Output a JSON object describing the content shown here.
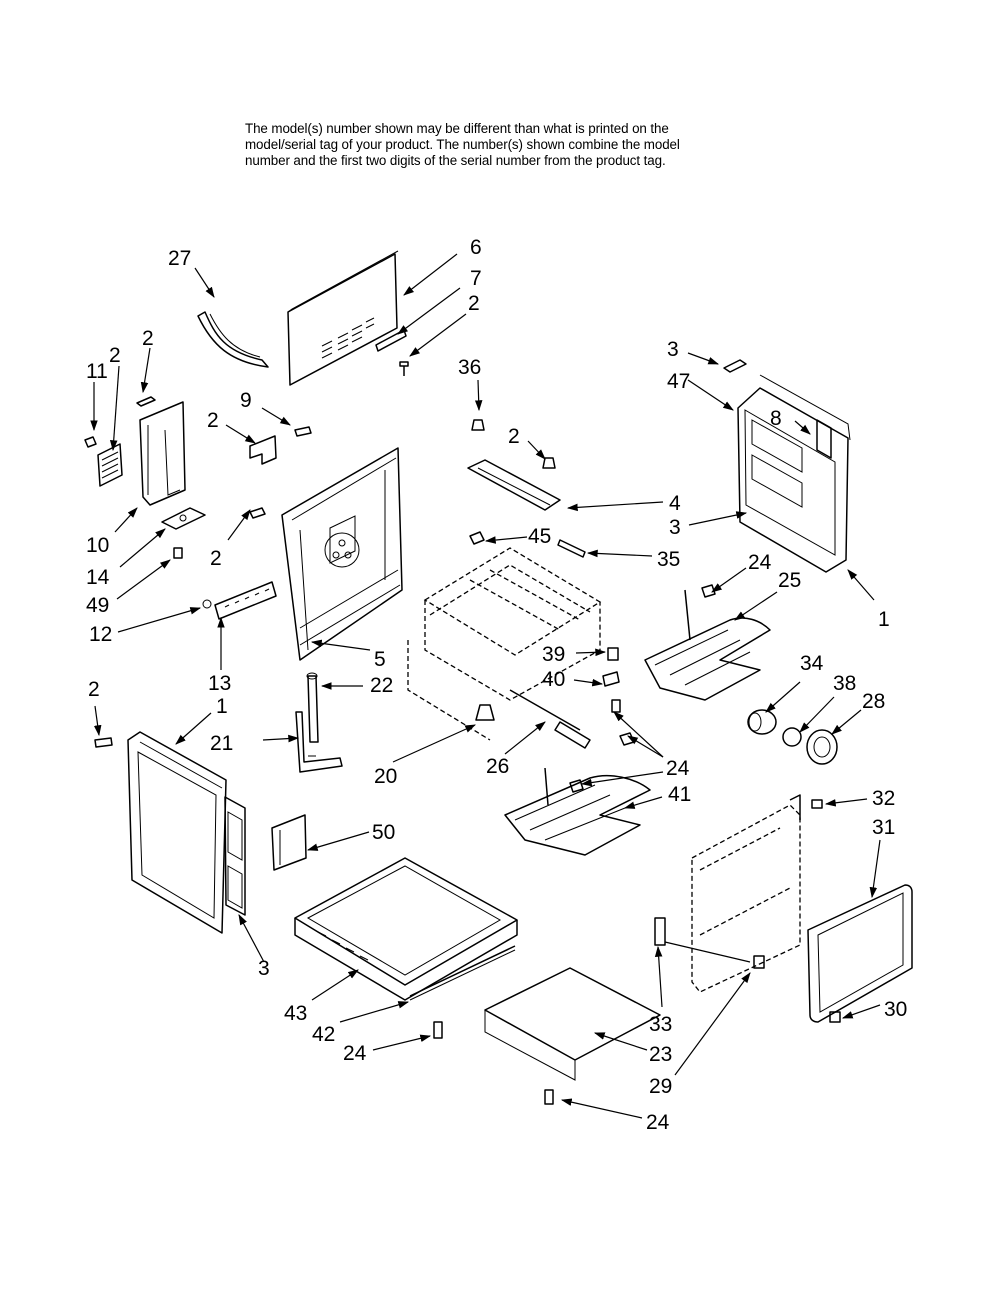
{
  "note": {
    "lines": [
      "The model(s) number shown may be different than what is printed on the",
      "model/serial tag of your product. The number(s) shown combine the model",
      "number and the first two digits of the serial number from the product tag."
    ]
  },
  "callouts": [
    {
      "id": "c27",
      "text": "27"
    },
    {
      "id": "c6",
      "text": "6"
    },
    {
      "id": "c7",
      "text": "7"
    },
    {
      "id": "c2a",
      "text": "2"
    },
    {
      "id": "c36",
      "text": "36"
    },
    {
      "id": "c2b",
      "text": "2"
    },
    {
      "id": "c3a",
      "text": "3"
    },
    {
      "id": "c47",
      "text": "47"
    },
    {
      "id": "c8",
      "text": "8"
    },
    {
      "id": "c11",
      "text": "11"
    },
    {
      "id": "c2c",
      "text": "2"
    },
    {
      "id": "c2d",
      "text": "2"
    },
    {
      "id": "c9",
      "text": "9"
    },
    {
      "id": "c2e",
      "text": "2"
    },
    {
      "id": "c4",
      "text": "4"
    },
    {
      "id": "c3b",
      "text": "3"
    },
    {
      "id": "c10",
      "text": "10"
    },
    {
      "id": "c14",
      "text": "14"
    },
    {
      "id": "c2f",
      "text": "2"
    },
    {
      "id": "c45",
      "text": "45"
    },
    {
      "id": "c35",
      "text": "35"
    },
    {
      "id": "c24a",
      "text": "24"
    },
    {
      "id": "c25",
      "text": "25"
    },
    {
      "id": "c1a",
      "text": "1"
    },
    {
      "id": "c49",
      "text": "49"
    },
    {
      "id": "c12",
      "text": "12"
    },
    {
      "id": "c5",
      "text": "5"
    },
    {
      "id": "c39",
      "text": "39"
    },
    {
      "id": "c40",
      "text": "40"
    },
    {
      "id": "c34",
      "text": "34"
    },
    {
      "id": "c38",
      "text": "38"
    },
    {
      "id": "c28",
      "text": "28"
    },
    {
      "id": "c13",
      "text": "13"
    },
    {
      "id": "c22",
      "text": "22"
    },
    {
      "id": "c2g",
      "text": "2"
    },
    {
      "id": "c1b",
      "text": "1"
    },
    {
      "id": "c21",
      "text": "21"
    },
    {
      "id": "c26",
      "text": "26"
    },
    {
      "id": "c24b",
      "text": "24"
    },
    {
      "id": "c20",
      "text": "20"
    },
    {
      "id": "c41",
      "text": "41"
    },
    {
      "id": "c32",
      "text": "32"
    },
    {
      "id": "c31",
      "text": "31"
    },
    {
      "id": "c50",
      "text": "50"
    },
    {
      "id": "c3c",
      "text": "3"
    },
    {
      "id": "c43",
      "text": "43"
    },
    {
      "id": "c42",
      "text": "42"
    },
    {
      "id": "c24c",
      "text": "24"
    },
    {
      "id": "c33",
      "text": "33"
    },
    {
      "id": "c23",
      "text": "23"
    },
    {
      "id": "c30",
      "text": "30"
    },
    {
      "id": "c29",
      "text": "29"
    },
    {
      "id": "c24d",
      "text": "24"
    }
  ]
}
